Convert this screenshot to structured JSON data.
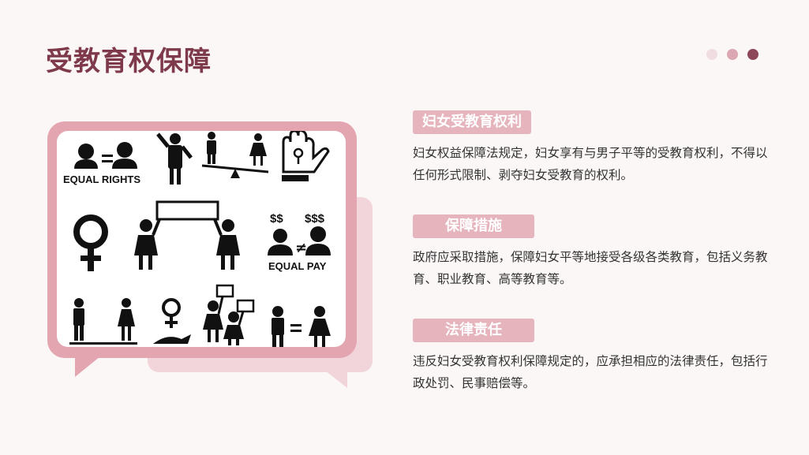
{
  "title": "受教育权保障",
  "dots": [
    "#efdde1",
    "#dba7b2",
    "#8c4858"
  ],
  "illustration": {
    "equal_rights_label": "EQUAL RIGHTS",
    "equal_pay_label": "EQUAL PAY",
    "dollars_low": "$$",
    "dollars_high": "$$$"
  },
  "sections": [
    {
      "heading": "妇女受教育权利",
      "body": "妇女权益保障法规定，妇女享有与男子平等的受教育权利，不得以任何形式限制、剥夺妇女受教育的权利。"
    },
    {
      "heading": "保障措施",
      "body": "政府应采取措施，保障妇女平等地接受各级各类教育，包括义务教育、职业教育、高等教育等。"
    },
    {
      "heading": "法律责任",
      "body": "违反妇女受教育权利保障规定的，应承担相应的法律责任，包括行政处罚、民事赔偿等。"
    }
  ]
}
